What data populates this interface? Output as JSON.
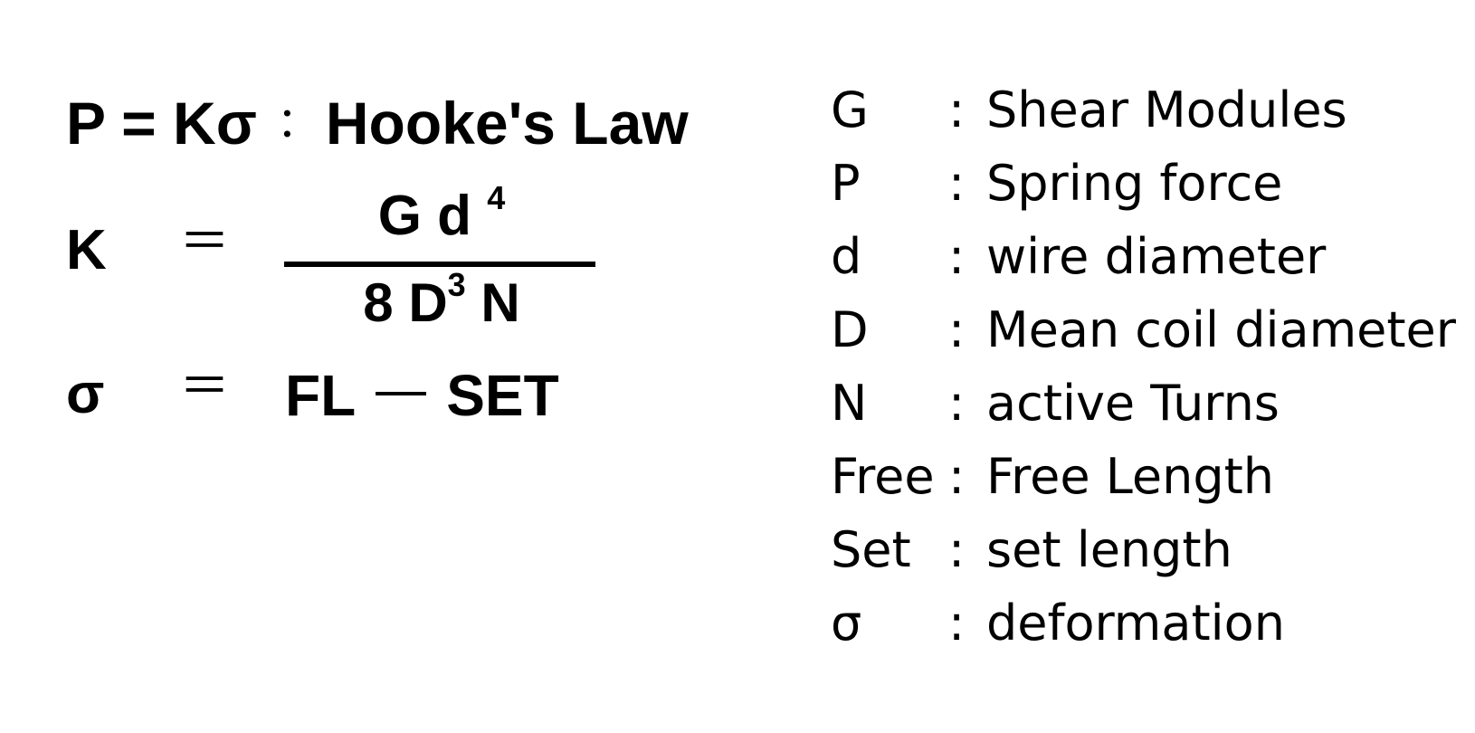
{
  "equations": {
    "hooke": {
      "formula": "P = Kσ",
      "separator": "：",
      "label": "Hooke's Law"
    },
    "stiffness": {
      "lhs": "K",
      "equals": "＝",
      "numerator": "G d",
      "numerator_exp": "4",
      "denominator_pre": "8 D",
      "denominator_exp": "3",
      "denominator_post": " N"
    },
    "deformation": {
      "lhs": "σ",
      "equals": "＝",
      "term1": "FL",
      "term2": "SET"
    }
  },
  "legend": [
    {
      "symbol": "G",
      "colon": ":",
      "description": "Shear Modules"
    },
    {
      "symbol": "P",
      "colon": ":",
      "description": "Spring force"
    },
    {
      "symbol": "d",
      "colon": ":",
      "description": "wire diameter"
    },
    {
      "symbol": "D",
      "colon": ":",
      "description": "Mean coil diameter"
    },
    {
      "symbol": "N",
      "colon": ":",
      "description": "active Turns"
    },
    {
      "symbol": "Free",
      "colon": ":",
      "description": "Free Length"
    },
    {
      "symbol": "Set",
      "colon": ":",
      "description": "set length"
    },
    {
      "symbol": "σ",
      "colon": ":",
      "description": "deformation"
    }
  ]
}
